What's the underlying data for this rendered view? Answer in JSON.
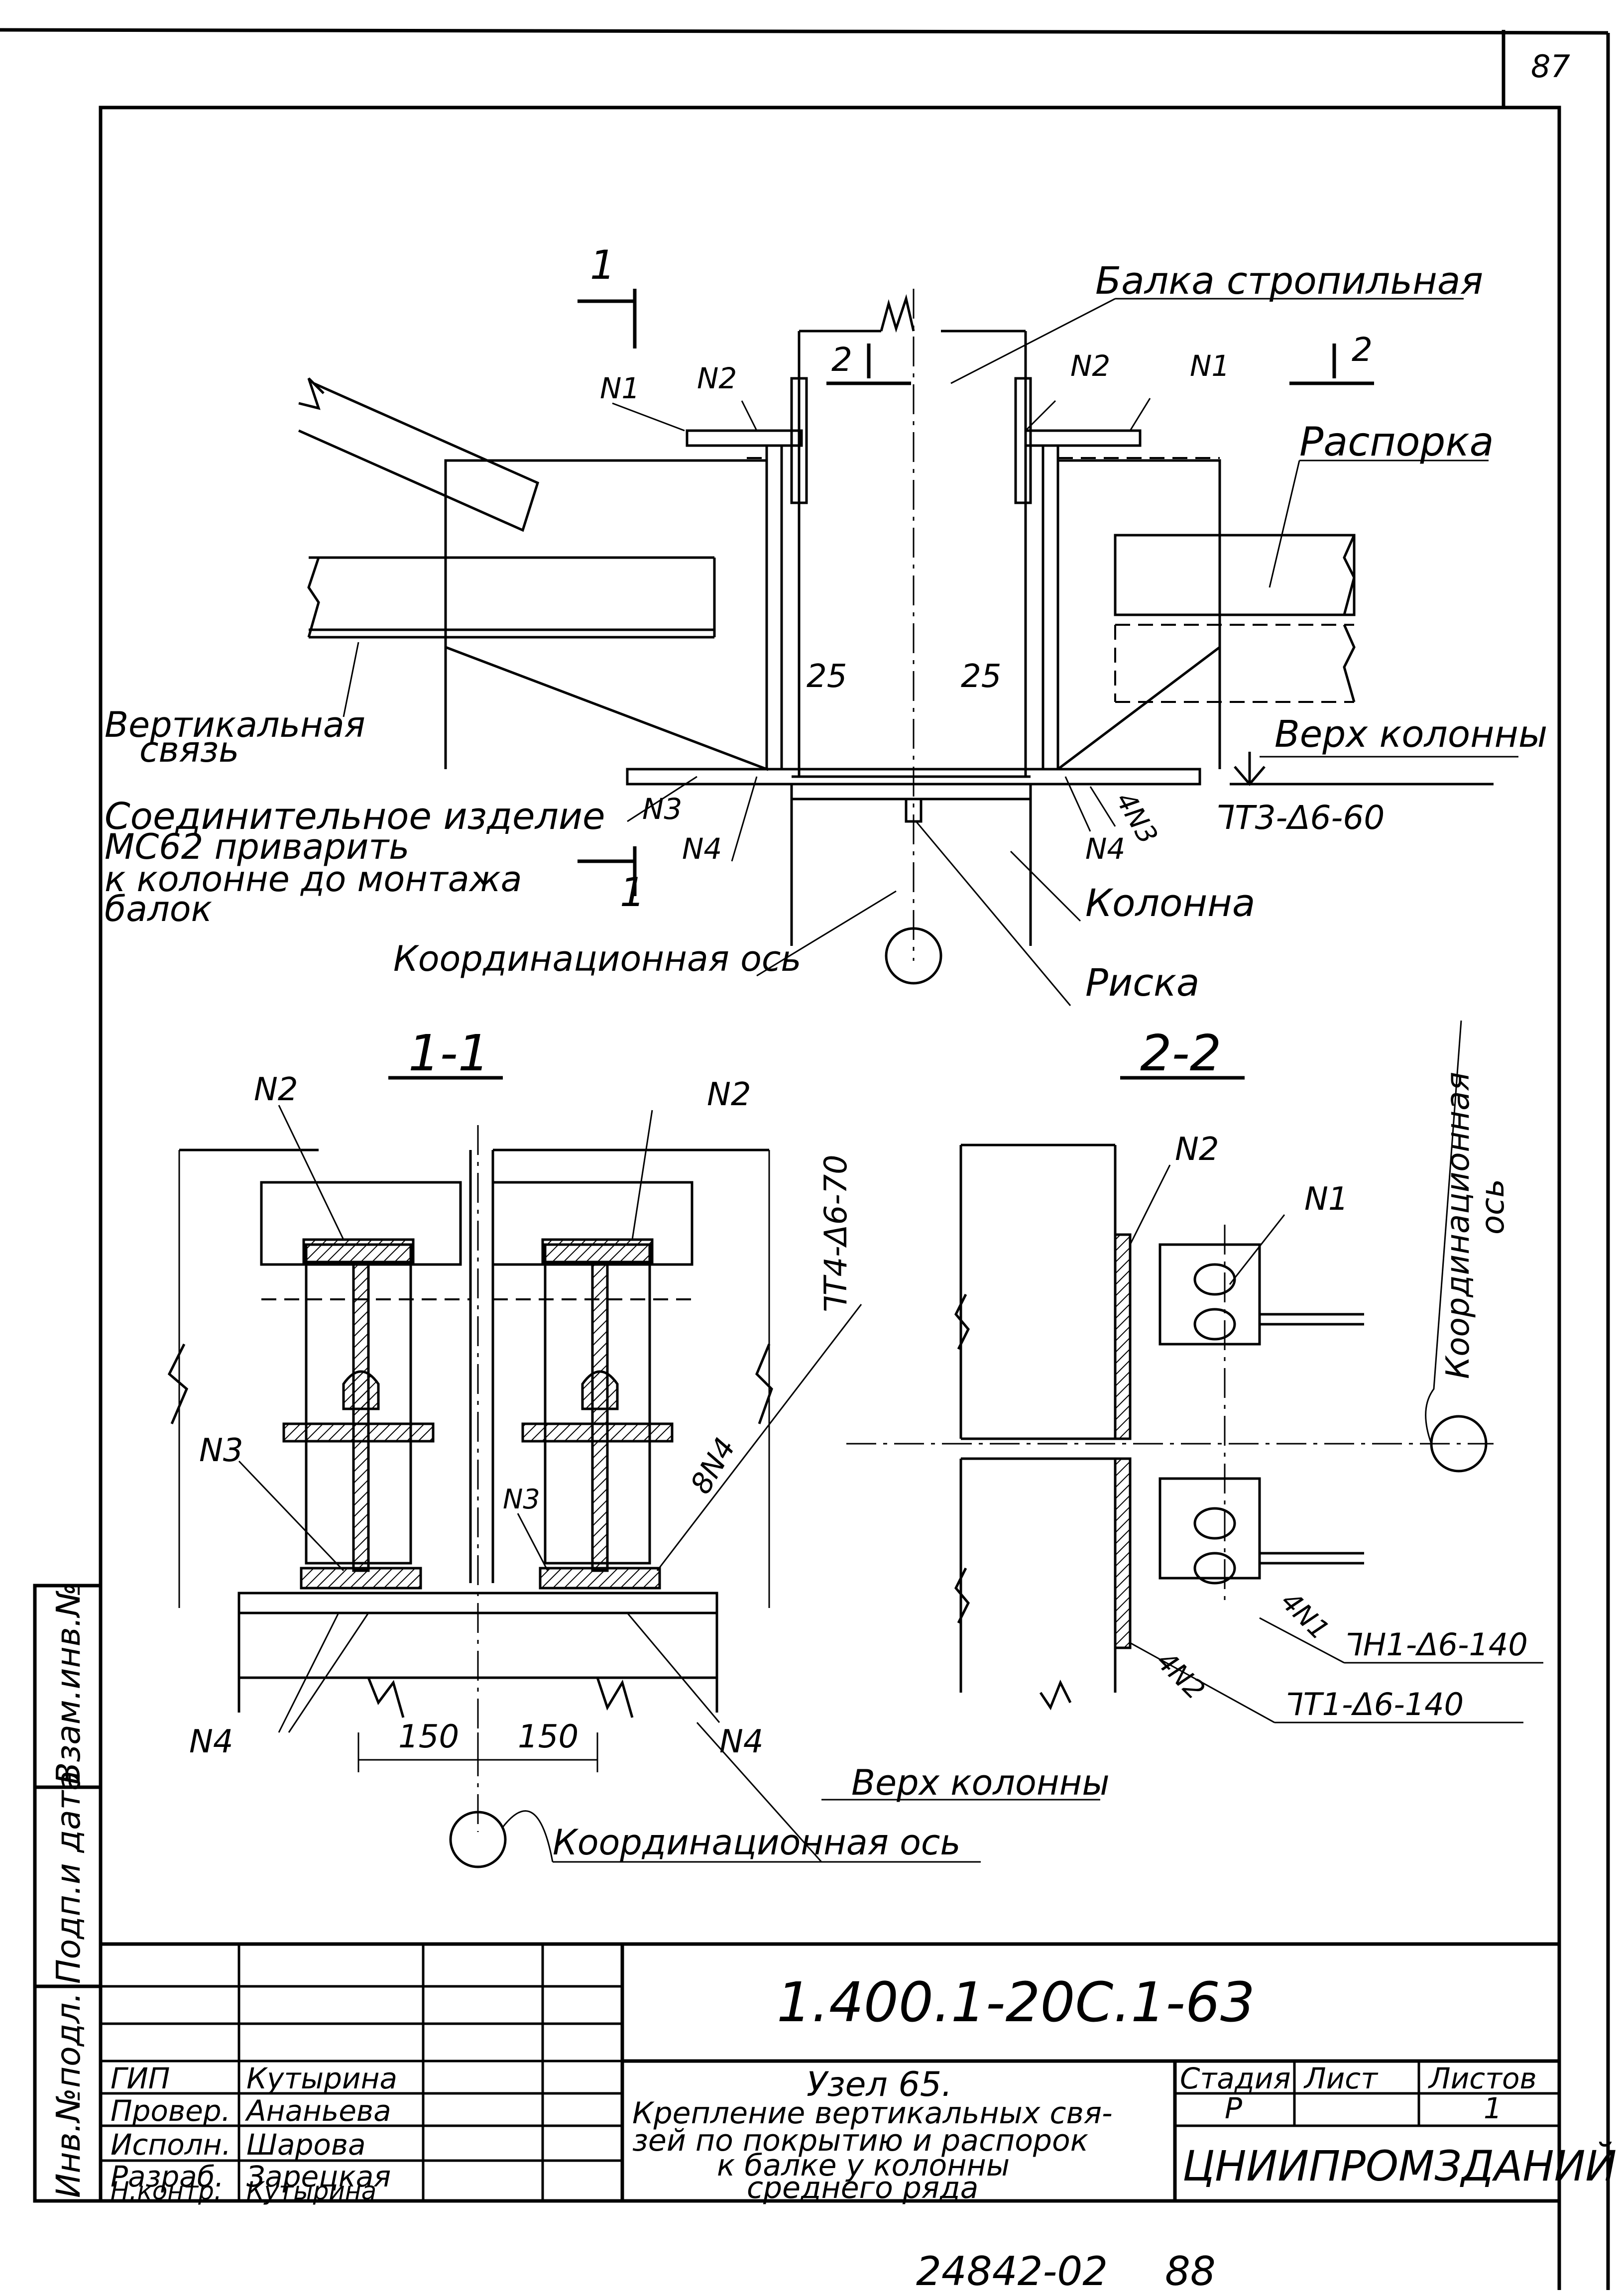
{
  "sheet": {
    "page_number": "87",
    "bottom_number": "24842-02",
    "bottom_page": "88"
  },
  "plan": {
    "labels": {
      "beam": "Балка стропильная",
      "strut": "Распорка",
      "vertical_brace_1": "Вертикальная",
      "vertical_brace_2": "связь",
      "column_top": "Верх колонны",
      "note_1": "Соединительное изделие",
      "note_2": "МС62 приварить",
      "note_3": "к колонне до монтажа",
      "note_4": "балок",
      "coord_axis": "Координационная ось",
      "column": "Колонна",
      "mark": "Риска",
      "weld": "ᒣТ3-Δ6-60",
      "dim_left": "25",
      "dim_right": "25",
      "n1_left": "N1",
      "n2_left": "N2",
      "n2_right": "N2",
      "n1_right": "N1",
      "n3": "N3",
      "n4_left": "N4",
      "n4_right": "N4",
      "n4_3": "4N3",
      "cut_1_top": "1",
      "cut_1_bottom": "1",
      "cut_2_left": "2",
      "cut_2_right": "2"
    }
  },
  "section_1_1": {
    "title": "1-1",
    "n2_left": "N2",
    "n2_right": "N2",
    "n3_left": "N3",
    "n3_right": "N3",
    "n4_left": "N4",
    "n4_right": "N4",
    "n4_count": "8N4",
    "weld": "ᒣТ4-Δ6-70",
    "dim_left": "150",
    "dim_right": "150",
    "column_top": "Верх колонны",
    "coord_axis": "Координационная ось"
  },
  "section_2_2": {
    "title": "2-2",
    "n2": "N2",
    "n1": "N1",
    "n1_count": "4N1",
    "n2_count": "4N2",
    "axis_label_1": "Координационная",
    "axis_label_2": "ось",
    "weld_1": "ᒣН1-Δ6-140",
    "weld_2": "ᒣТ1-Δ6-140"
  },
  "side_stamp": {
    "c1": "Инв.№подл.",
    "c2": "Подп.и дата",
    "c3": "Взам.инв.№"
  },
  "title_block": {
    "doc_code": "1.400.1-20С.1-63",
    "roles": [
      "ГИП",
      "Провер.",
      "Исполн.",
      "Разраб.",
      "Н.контр."
    ],
    "names": [
      "Кутырина",
      "Ананьева",
      "Шарова",
      "Зарецкая",
      "Кутырина"
    ],
    "description": [
      "Узел 65.",
      "Крепление вертикальных свя-",
      "зей по покрытию и распорок",
      "к балке у колонны",
      "среднего ряда"
    ],
    "stage_header": "Стадия",
    "sheet_header": "Лист",
    "sheets_header": "Листов",
    "stage_value": "Р",
    "sheet_value": "",
    "sheets_value": "1",
    "organization": "ЦНИИПРОМЗДАНИЙ"
  }
}
